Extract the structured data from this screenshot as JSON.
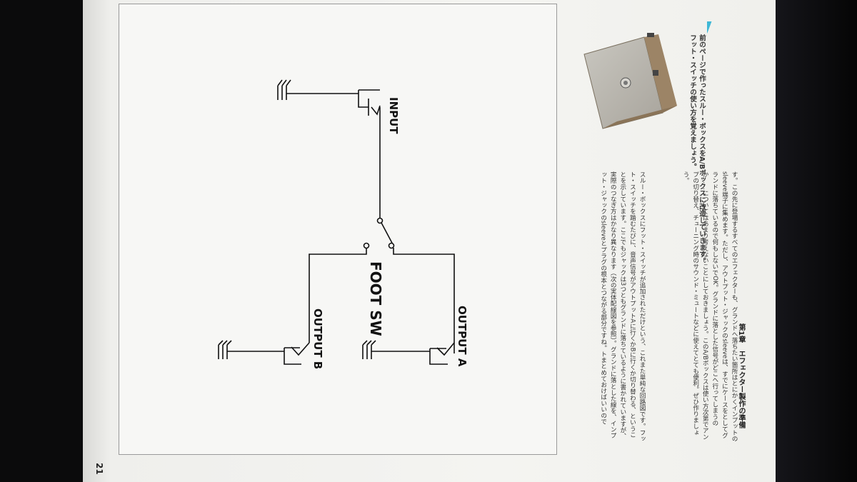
{
  "page": {
    "page_number": "21",
    "chapter": "第1章　エフェクター製作の準備",
    "title": "A/B ボックスを作ろう",
    "lead": [
      "前のページで作ったスルー・ボックスをA/Bボックスに改造していきます。",
      "フット・スイッチの使い方を覚えましょう。"
    ]
  },
  "schematic": {
    "input_label": "INPUT",
    "output_a_label": "OUTPUT A",
    "output_b_label": "OUTPUT B",
    "switch_label": "FOOT SW"
  },
  "body": {
    "col1": "スルー・ボックスにフット・スイッチが追加されただけという、これまた単純な回路図です。フット・スイッチを踏むたびに、音声信号がアウトプットAに行くかBに行くか切り替わる、ということを示しています。ここでもジャックは3つともグランドに落ちているように書かれていますが、実際のつなぎ方はかなり異なります（次の実体配線図を参照）。グランドに落とした線を、インプット・ジャックのsleeveとプラグの根本とつながる部分ですね。トまとめておけばいいので",
    "col2": "す。この先に登場するすべてのエフェクターも、グランドへ落ちたい箇所はとにかくインプットのsleeve端子に集めます。ただし、アウトプット・ジャックのsleeveは、すでにケースをとしてグランドに落ちているので何もしないでOK。グランドに落とした信号がどこへ行ってしまうのか……についてはあまり考えないことにしておきましょう。このA/Bボックスは使い方次第でアンプの切り替え、チューニング時のサウンド・ミュートなどに使えてとても便利。ぜひ作りましょう。"
  },
  "colors": {
    "title_accent": "#3fb8d6",
    "ink": "#111111",
    "paper": "#f4f4f1"
  }
}
